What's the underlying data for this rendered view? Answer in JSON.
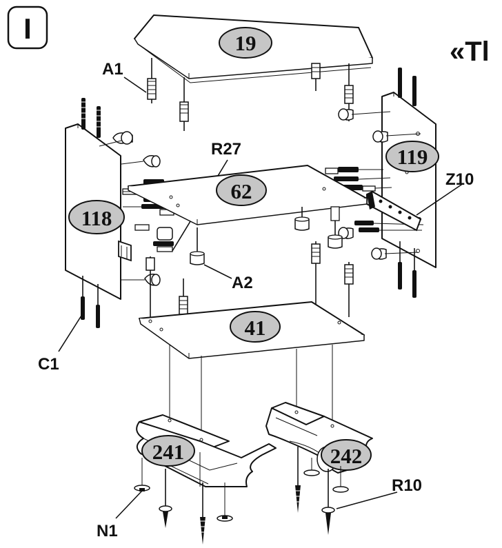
{
  "step_box": {
    "label": "I"
  },
  "title_fragment": "«Tl",
  "part_badges": {
    "top_panel": "19",
    "left_side": "118",
    "right_side": "119",
    "middle_shelf": "62",
    "bottom_panel": "41",
    "left_plinth": "241",
    "right_plinth": "242"
  },
  "callouts": {
    "a1": "A1",
    "r27": "R27",
    "z10": "Z10",
    "a2": "A2",
    "c1": "C1",
    "r10": "R10",
    "n1": "N1"
  },
  "colors": {
    "badge_fill": "#c6c6c6",
    "line": "#111111",
    "background": "#ffffff"
  }
}
